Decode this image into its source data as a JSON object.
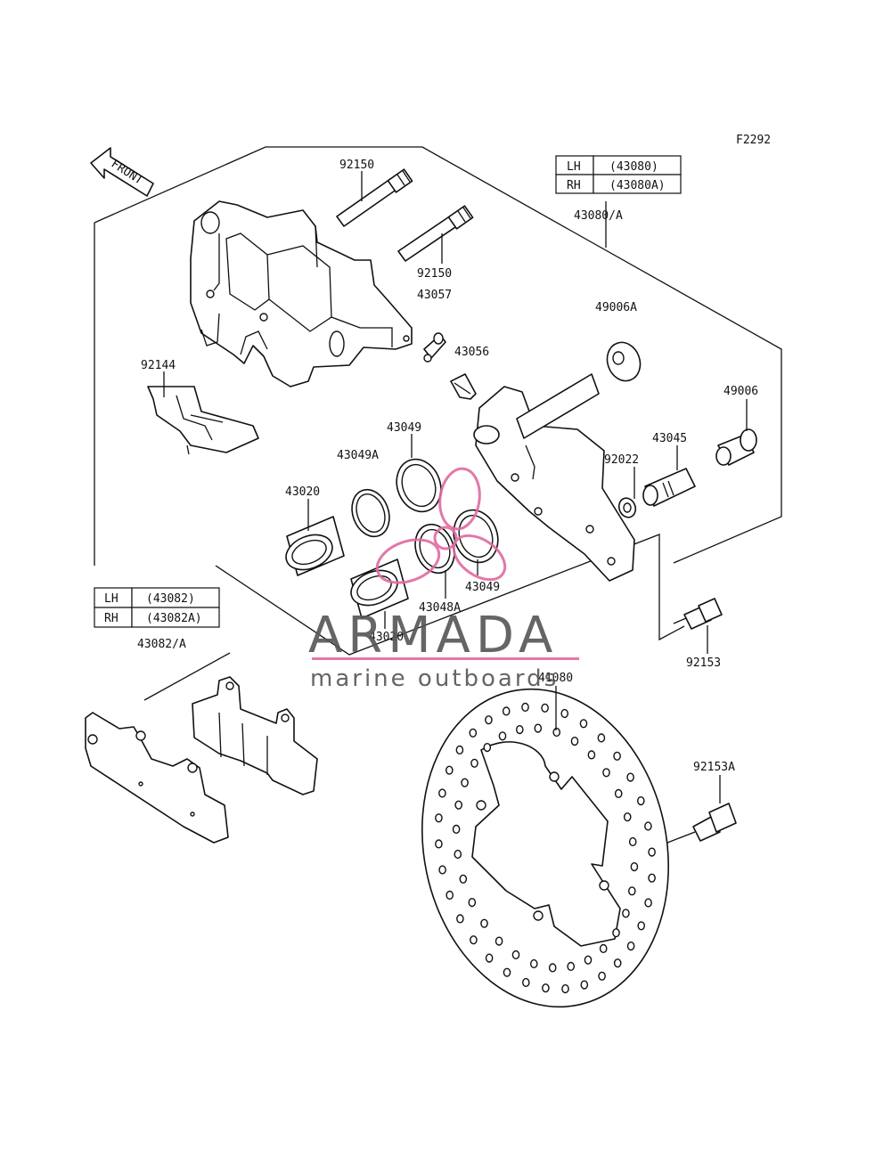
{
  "figure_code": "F2292",
  "front_label": "FRONT",
  "caliper_table": {
    "rows": [
      {
        "side": "LH",
        "part": "(43080)"
      },
      {
        "side": "RH",
        "part": "(43080A)"
      }
    ]
  },
  "pad_table": {
    "rows": [
      {
        "side": "LH",
        "part": "(43082)"
      },
      {
        "side": "RH",
        "part": "(43082A)"
      }
    ]
  },
  "part_labels": {
    "p92150a": "92150",
    "p92150b": "92150",
    "p43057": "43057",
    "p43056": "43056",
    "p43080": "43080/A",
    "p49006A": "49006A",
    "p49006": "49006",
    "p92144": "92144",
    "p43045": "43045",
    "p92022": "92022",
    "p43049a": "43049",
    "p43049A": "43049A",
    "p43020a": "43020",
    "p43049b": "43049",
    "p43048A": "43048A",
    "p43020b": "43020",
    "p43082": "43082/A",
    "p92153": "92153",
    "p41080": "41080",
    "p92153A": "92153A"
  },
  "watermark": {
    "title": "ARMADA",
    "subtitle": "marine outboards",
    "accent_color": "#e06aa0"
  }
}
